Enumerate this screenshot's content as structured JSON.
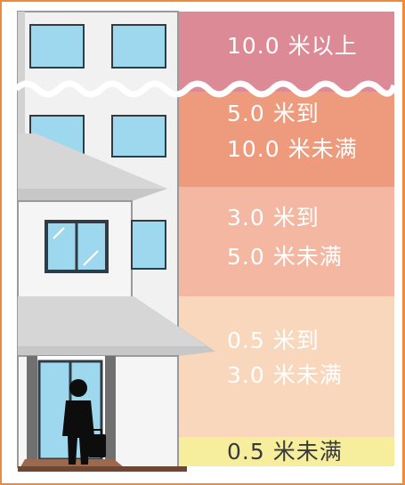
{
  "colors": {
    "frame": "#ee8a3c",
    "band_10_plus": "#dd8a97",
    "band_5_10": "#ed9b7c",
    "band_3_5": "#f4b7a1",
    "band_05_3": "#f8d7bd",
    "band_lt_05": "#f6ee9c",
    "wall": "#f1f1f1",
    "roof": "#c7c7c7",
    "window": "#9dd8ef",
    "window_frame": "#2f3b45",
    "person": "#0d0d0d"
  },
  "legend": {
    "band_10_plus": {
      "line1": "10.0 米以上"
    },
    "band_5_10": {
      "line1": "5.0 米到",
      "line2": "10.0 米未满"
    },
    "band_3_5": {
      "line1": "3.0 米到",
      "line2": "5.0 米未满"
    },
    "band_05_3": {
      "line1": "0.5 米到",
      "line2": "3.0 米未满"
    },
    "band_lt_05": {
      "line1": "0.5 米未满"
    }
  },
  "icons": [
    "building-icon",
    "person-with-luggage-icon",
    "wave-break-icon"
  ]
}
